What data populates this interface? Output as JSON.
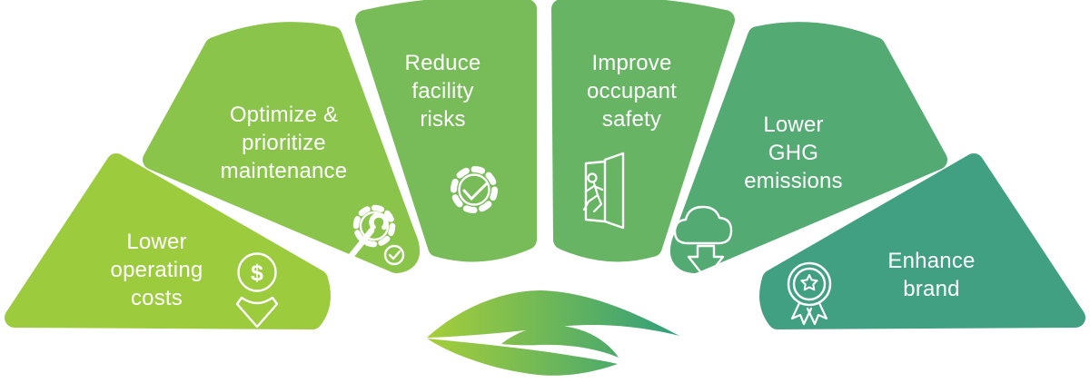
{
  "title": "Building benefits fan diagram",
  "background_color": "#ffffff",
  "text_color": "#ffffff",
  "segments": [
    {
      "label": "Lower operating costs",
      "display": "Lower\noperating\ncosts",
      "color": "#9CCB3D",
      "icon": "money-down-icon"
    },
    {
      "label": "Optimize & prioritize maintenance",
      "display": "Optimize &\nprioritize\nmaintenance",
      "color": "#8AC44B",
      "icon": "gear-wrench-check-icon",
      "icon_glyph": ""
    },
    {
      "label": "Reduce facility risks",
      "display": "Reduce\nfacility\nrisks",
      "color": "#77BC58",
      "icon": "gear-check-icon"
    },
    {
      "label": "Improve occupant safety",
      "display": "Improve\noccupant\nsafety",
      "color": "#67B464",
      "icon": "exit-door-runner-icon"
    },
    {
      "label": "Lower GHG emissions",
      "display": "Lower\nGHG\nemissions",
      "color": "#53AA73",
      "icon": "cloud-down-arrow-icon"
    },
    {
      "label": "Enhance brand",
      "display": "Enhance\nbrand",
      "color": "#41A081",
      "icon": "award-ribbon-icon"
    }
  ],
  "money_icon": {
    "glyph": "$"
  },
  "logo": {
    "name": "leaf-logo",
    "gradient_start": "#A7CE39",
    "gradient_end": "#2E9E7C"
  }
}
